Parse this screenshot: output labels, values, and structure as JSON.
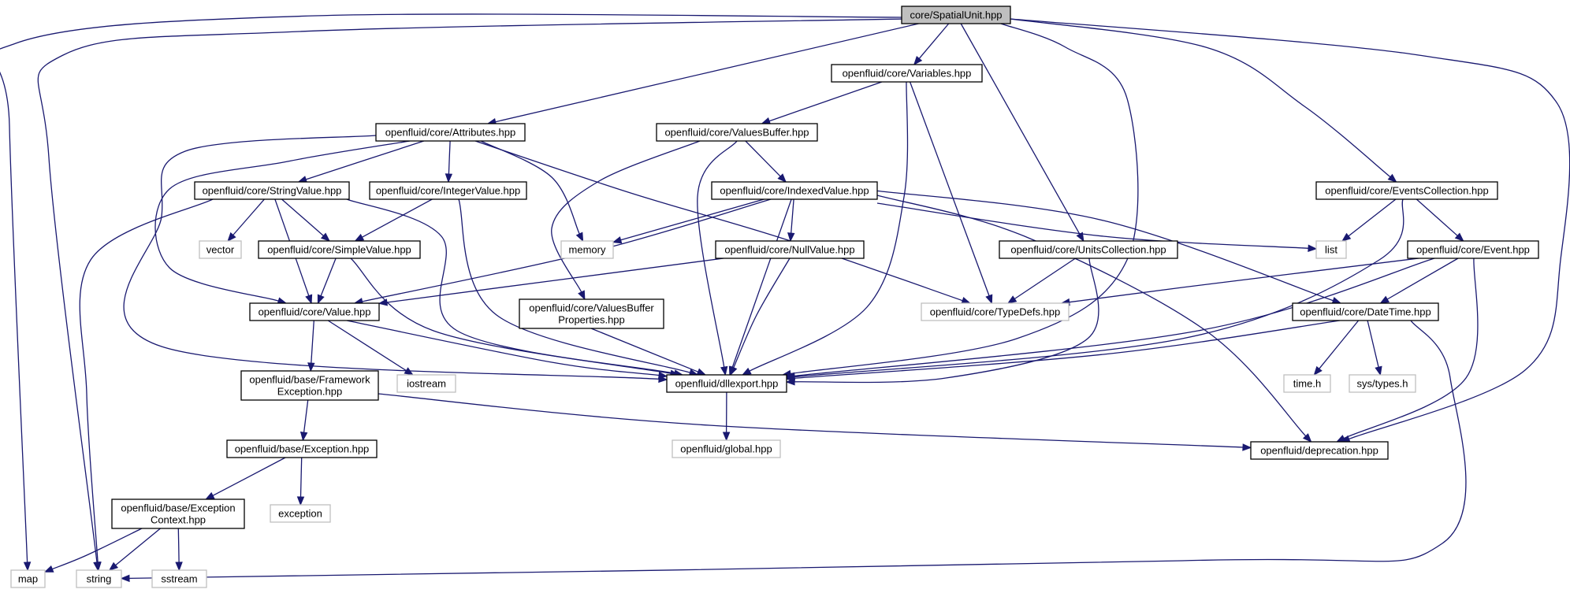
{
  "diagram": {
    "colors": {
      "edge": "#191970",
      "root_fill": "#bfbfbf",
      "local_border": "#000000",
      "external_border": "#bfbfbf",
      "background": "#ffffff"
    },
    "nodes": [
      {
        "id": "spatialunit",
        "lines": [
          "core/SpatialUnit.hpp"
        ],
        "kind": "root"
      },
      {
        "id": "variables",
        "lines": [
          "openfluid/core/Variables.hpp"
        ],
        "kind": "local"
      },
      {
        "id": "attributes",
        "lines": [
          "openfluid/core/Attributes.hpp"
        ],
        "kind": "local"
      },
      {
        "id": "valuesbuffer",
        "lines": [
          "openfluid/core/ValuesBuffer.hpp"
        ],
        "kind": "local"
      },
      {
        "id": "stringvalue",
        "lines": [
          "openfluid/core/StringValue.hpp"
        ],
        "kind": "local"
      },
      {
        "id": "integervalue",
        "lines": [
          "openfluid/core/IntegerValue.hpp"
        ],
        "kind": "local"
      },
      {
        "id": "indexedvalue",
        "lines": [
          "openfluid/core/IndexedValue.hpp"
        ],
        "kind": "local"
      },
      {
        "id": "eventscollection",
        "lines": [
          "openfluid/core/EventsCollection.hpp"
        ],
        "kind": "local"
      },
      {
        "id": "vector",
        "lines": [
          "vector"
        ],
        "kind": "external"
      },
      {
        "id": "simplevalue",
        "lines": [
          "openfluid/core/SimpleValue.hpp"
        ],
        "kind": "local"
      },
      {
        "id": "memory",
        "lines": [
          "memory"
        ],
        "kind": "external"
      },
      {
        "id": "nullvalue",
        "lines": [
          "openfluid/core/NullValue.hpp"
        ],
        "kind": "local"
      },
      {
        "id": "unitscollection",
        "lines": [
          "openfluid/core/UnitsCollection.hpp"
        ],
        "kind": "local"
      },
      {
        "id": "list",
        "lines": [
          "list"
        ],
        "kind": "external"
      },
      {
        "id": "event",
        "lines": [
          "openfluid/core/Event.hpp"
        ],
        "kind": "local"
      },
      {
        "id": "value",
        "lines": [
          "openfluid/core/Value.hpp"
        ],
        "kind": "local"
      },
      {
        "id": "valuesbufferprops",
        "lines": [
          "openfluid/core/ValuesBuffer",
          "Properties.hpp"
        ],
        "kind": "local"
      },
      {
        "id": "typedefs",
        "lines": [
          "openfluid/core/TypeDefs.hpp"
        ],
        "kind": "external"
      },
      {
        "id": "datetime",
        "lines": [
          "openfluid/core/DateTime.hpp"
        ],
        "kind": "local"
      },
      {
        "id": "frameworkexception",
        "lines": [
          "openfluid/base/Framework",
          "Exception.hpp"
        ],
        "kind": "local"
      },
      {
        "id": "iostream",
        "lines": [
          "iostream"
        ],
        "kind": "external"
      },
      {
        "id": "dllexport",
        "lines": [
          "openfluid/dllexport.hpp"
        ],
        "kind": "local"
      },
      {
        "id": "timeh",
        "lines": [
          "time.h"
        ],
        "kind": "external"
      },
      {
        "id": "systypes",
        "lines": [
          "sys/types.h"
        ],
        "kind": "external"
      },
      {
        "id": "exception",
        "lines": [
          "openfluid/base/Exception.hpp"
        ],
        "kind": "local"
      },
      {
        "id": "global",
        "lines": [
          "openfluid/global.hpp"
        ],
        "kind": "external"
      },
      {
        "id": "deprecation",
        "lines": [
          "openfluid/deprecation.hpp"
        ],
        "kind": "local"
      },
      {
        "id": "exceptioncontext",
        "lines": [
          "openfluid/base/Exception",
          "Context.hpp"
        ],
        "kind": "local"
      },
      {
        "id": "stdexception",
        "lines": [
          "exception"
        ],
        "kind": "external"
      },
      {
        "id": "map",
        "lines": [
          "map"
        ],
        "kind": "external"
      },
      {
        "id": "string",
        "lines": [
          "string"
        ],
        "kind": "external"
      },
      {
        "id": "sstream",
        "lines": [
          "sstream"
        ],
        "kind": "external"
      }
    ],
    "edges": [
      {
        "from": "spatialunit",
        "to": "map"
      },
      {
        "from": "spatialunit",
        "to": "string"
      },
      {
        "from": "spatialunit",
        "to": "attributes"
      },
      {
        "from": "spatialunit",
        "to": "variables"
      },
      {
        "from": "spatialunit",
        "to": "unitscollection"
      },
      {
        "from": "spatialunit",
        "to": "dllexport"
      },
      {
        "from": "spatialunit",
        "to": "eventscollection"
      },
      {
        "from": "spatialunit",
        "to": "deprecation"
      },
      {
        "from": "variables",
        "to": "valuesbuffer"
      },
      {
        "from": "variables",
        "to": "dllexport"
      },
      {
        "from": "variables",
        "to": "typedefs"
      },
      {
        "from": "attributes",
        "to": "stringvalue"
      },
      {
        "from": "attributes",
        "to": "integervalue"
      },
      {
        "from": "attributes",
        "to": "memory"
      },
      {
        "from": "attributes",
        "to": "typedefs"
      },
      {
        "from": "attributes",
        "to": "value"
      },
      {
        "from": "attributes",
        "to": "dllexport"
      },
      {
        "from": "valuesbuffer",
        "to": "indexedvalue"
      },
      {
        "from": "valuesbuffer",
        "to": "valuesbufferprops"
      },
      {
        "from": "valuesbuffer",
        "to": "dllexport"
      },
      {
        "from": "stringvalue",
        "to": "vector"
      },
      {
        "from": "stringvalue",
        "to": "simplevalue"
      },
      {
        "from": "stringvalue",
        "to": "value"
      },
      {
        "from": "stringvalue",
        "to": "string"
      },
      {
        "from": "stringvalue",
        "to": "dllexport"
      },
      {
        "from": "integervalue",
        "to": "simplevalue"
      },
      {
        "from": "integervalue",
        "to": "dllexport"
      },
      {
        "from": "indexedvalue",
        "to": "memory"
      },
      {
        "from": "indexedvalue",
        "to": "value"
      },
      {
        "from": "indexedvalue",
        "to": "nullvalue"
      },
      {
        "from": "indexedvalue",
        "to": "list"
      },
      {
        "from": "indexedvalue",
        "to": "datetime"
      },
      {
        "from": "indexedvalue",
        "to": "deprecation"
      },
      {
        "from": "indexedvalue",
        "to": "dllexport"
      },
      {
        "from": "eventscollection",
        "to": "list"
      },
      {
        "from": "eventscollection",
        "to": "event"
      },
      {
        "from": "eventscollection",
        "to": "dllexport"
      },
      {
        "from": "simplevalue",
        "to": "value"
      },
      {
        "from": "simplevalue",
        "to": "dllexport"
      },
      {
        "from": "nullvalue",
        "to": "value"
      },
      {
        "from": "nullvalue",
        "to": "dllexport"
      },
      {
        "from": "unitscollection",
        "to": "typedefs"
      },
      {
        "from": "unitscollection",
        "to": "dllexport"
      },
      {
        "from": "event",
        "to": "typedefs"
      },
      {
        "from": "event",
        "to": "datetime"
      },
      {
        "from": "event",
        "to": "dllexport"
      },
      {
        "from": "event",
        "to": "deprecation"
      },
      {
        "from": "value",
        "to": "frameworkexception"
      },
      {
        "from": "value",
        "to": "iostream"
      },
      {
        "from": "value",
        "to": "dllexport"
      },
      {
        "from": "valuesbufferprops",
        "to": "dllexport"
      },
      {
        "from": "datetime",
        "to": "timeh"
      },
      {
        "from": "datetime",
        "to": "systypes"
      },
      {
        "from": "datetime",
        "to": "string"
      },
      {
        "from": "datetime",
        "to": "dllexport"
      },
      {
        "from": "frameworkexception",
        "to": "exception"
      },
      {
        "from": "frameworkexception",
        "to": "deprecation"
      },
      {
        "from": "dllexport",
        "to": "global"
      },
      {
        "from": "exception",
        "to": "exceptioncontext"
      },
      {
        "from": "exception",
        "to": "stdexception"
      },
      {
        "from": "exceptioncontext",
        "to": "map"
      },
      {
        "from": "exceptioncontext",
        "to": "string"
      },
      {
        "from": "exceptioncontext",
        "to": "sstream"
      }
    ]
  }
}
